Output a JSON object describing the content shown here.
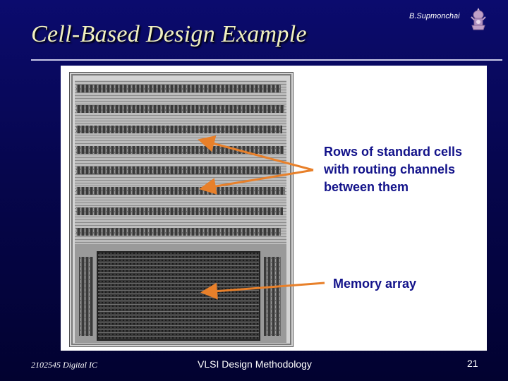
{
  "slide": {
    "title": "Cell-Based Design Example",
    "author": "B.Supmonchai",
    "logo_icon": "university-emblem-icon"
  },
  "figure": {
    "callout_rows": "Rows of standard cells with routing channels between them",
    "callout_memory": "Memory array",
    "callout_color": "#12128a",
    "arrow_color": "#e8802a"
  },
  "footer": {
    "course": "2102545 Digital IC",
    "topic": "VLSI Design Methodology",
    "page_number": "21"
  }
}
